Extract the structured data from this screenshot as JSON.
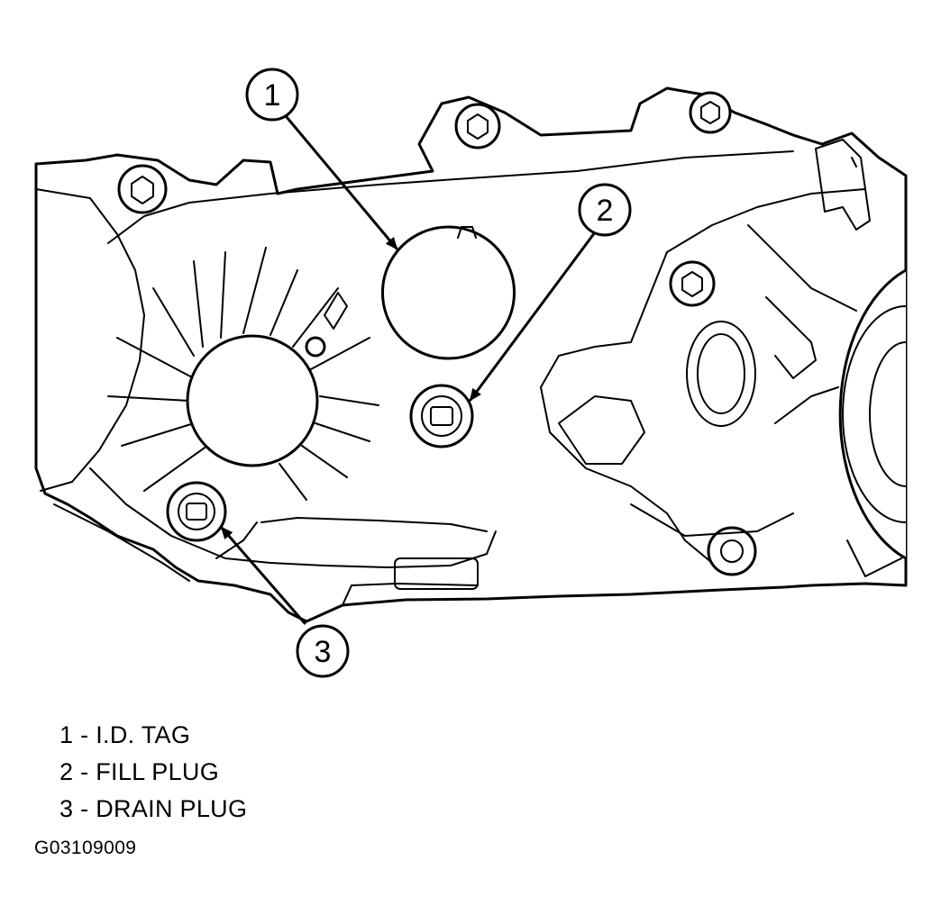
{
  "callouts": [
    {
      "number": "1",
      "name": "I.D. TAG"
    },
    {
      "number": "2",
      "name": "FILL PLUG"
    },
    {
      "number": "3",
      "name": "DRAIN PLUG"
    }
  ],
  "legend": [
    {
      "number": "1",
      "separator": "-",
      "label": "I.D. TAG"
    },
    {
      "number": "2",
      "separator": "-",
      "label": "FILL PLUG"
    },
    {
      "number": "3",
      "separator": "-",
      "label": "DRAIN PLUG"
    }
  ],
  "figure_code": "G03109009"
}
